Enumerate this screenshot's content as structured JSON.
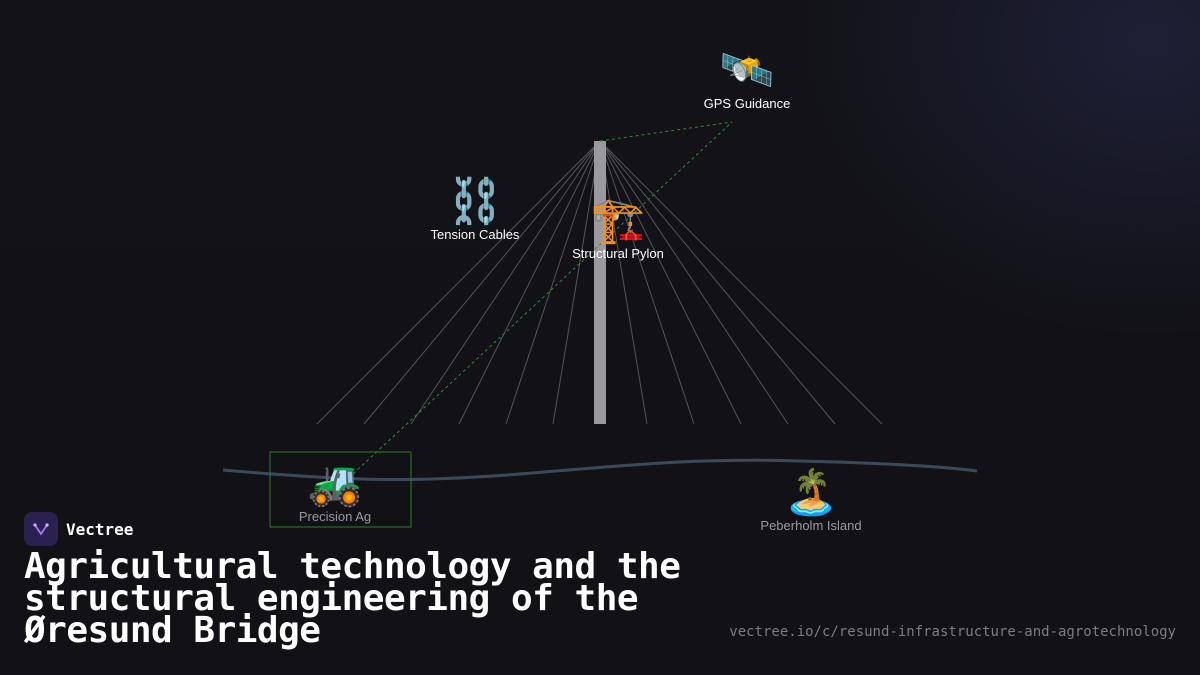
{
  "brand": {
    "name": "Vectree",
    "icon": "vectree-logo"
  },
  "title": "Agricultural technology and the structural engineering of the Øresund Bridge",
  "url": "vectree.io/c/resund-infrastructure-and-agrotechnology",
  "nodes": {
    "gps": {
      "emoji": "🛰️",
      "label": "GPS Guidance"
    },
    "cables": {
      "emoji": "⛓️",
      "label": "Tension Cables"
    },
    "pylon": {
      "emoji": "🏗️",
      "label": "Structural Pylon"
    },
    "tractor": {
      "emoji": "🚜",
      "label": "Precision Ag"
    },
    "island": {
      "emoji": "🏝️",
      "label": "Peberholm Island"
    }
  },
  "colors": {
    "background": "#111116",
    "cable": "#8a8a90",
    "pylon": "#9a9a9e",
    "deck": "#3a4a5a",
    "link": "#2e8b3a",
    "highlight_box": "#2e7d32"
  }
}
